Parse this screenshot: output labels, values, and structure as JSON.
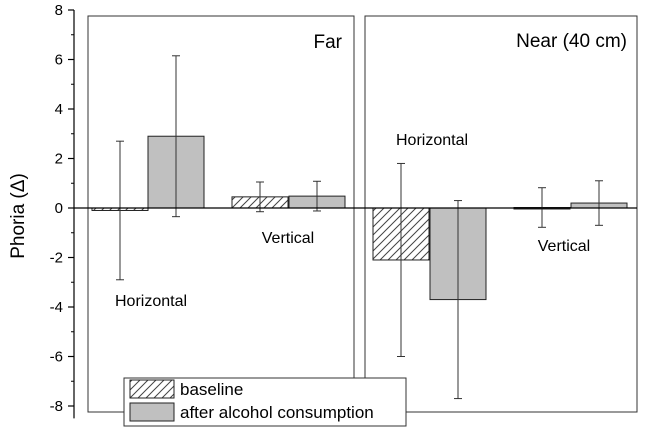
{
  "chart_data": {
    "type": "bar",
    "ylabel": "Phoria (Δ)",
    "ylim": [
      -8.5,
      8
    ],
    "yticks": [
      8,
      6,
      4,
      2,
      0,
      -2,
      -4,
      -6,
      -8
    ],
    "minor_ticks": true,
    "panels": [
      {
        "title": "Far",
        "groups": [
          {
            "label": "Horizontal",
            "values": [
              {
                "series": "baseline",
                "mean": -0.1,
                "sd": 2.8
              },
              {
                "series": "after alcohol consumption",
                "mean": 2.9,
                "sd": 3.25
              }
            ]
          },
          {
            "label": "Vertical",
            "values": [
              {
                "series": "baseline",
                "mean": 0.45,
                "sd": 0.6
              },
              {
                "series": "after alcohol consumption",
                "mean": 0.48,
                "sd": 0.6
              }
            ]
          }
        ]
      },
      {
        "title": "Near (40 cm)",
        "groups": [
          {
            "label": "Horizontal",
            "values": [
              {
                "series": "baseline",
                "mean": -2.1,
                "sd": 3.9
              },
              {
                "series": "after alcohol consumption",
                "mean": -3.7,
                "sd": 4.0
              }
            ]
          },
          {
            "label": "Vertical",
            "values": [
              {
                "series": "baseline",
                "mean": 0.02,
                "sd": 0.8
              },
              {
                "series": "after alcohol consumption",
                "mean": 0.2,
                "sd": 0.9
              }
            ]
          }
        ]
      }
    ],
    "legend": {
      "placement": "bottom-left",
      "entries": [
        {
          "label": "baseline",
          "style": "hatched",
          "fill": "#ffffff"
        },
        {
          "label": "after alcohol consumption",
          "style": "solid",
          "fill": "#c0c0c0"
        }
      ]
    }
  }
}
